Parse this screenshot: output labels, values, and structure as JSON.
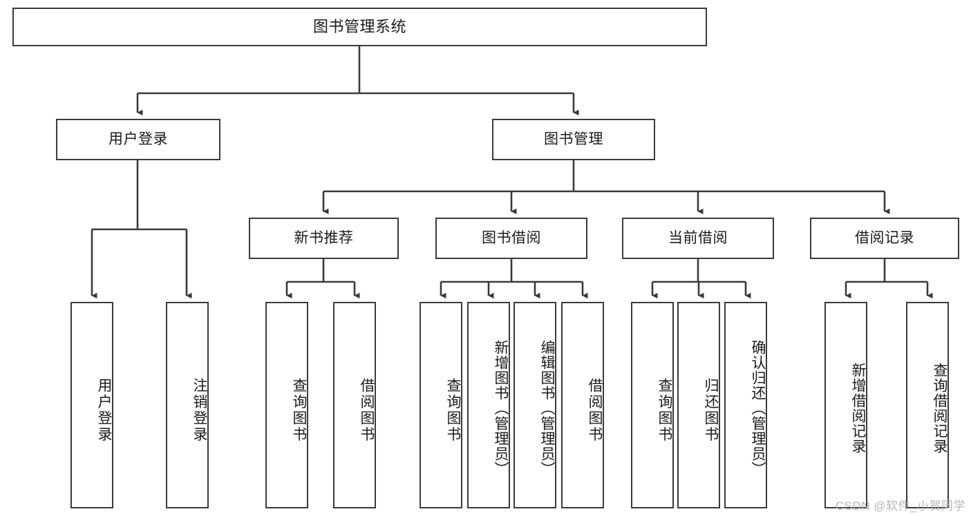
{
  "diagram": {
    "type": "tree-hierarchy-chart",
    "title": "图书管理系统",
    "stroke_color": "#3a3a3a",
    "background_color": "#ffffff",
    "text_color": "#1a1a1a",
    "root": {
      "label": "图书管理系统"
    },
    "level2": [
      {
        "label": "用户登录"
      },
      {
        "label": "图书管理"
      }
    ],
    "level3": [
      {
        "label": "新书推荐"
      },
      {
        "label": "图书借阅"
      },
      {
        "label": "当前借阅"
      },
      {
        "label": "借阅记录"
      }
    ],
    "leaves": {
      "user_login": [
        {
          "label": "用户登录"
        },
        {
          "label": "注销登录"
        }
      ],
      "new_book_recommend": [
        {
          "label": "查询图书"
        },
        {
          "label": "借阅图书"
        }
      ],
      "book_borrow": [
        {
          "label": "查询图书"
        },
        {
          "label": "新增图书（管理员）"
        },
        {
          "label": "编辑图书（管理员）"
        },
        {
          "label": "借阅图书"
        }
      ],
      "current_borrow": [
        {
          "label": "查询图书"
        },
        {
          "label": "归还图书"
        },
        {
          "label": "确认归还（管理员）"
        }
      ],
      "borrow_record": [
        {
          "label": "新增借阅记录"
        },
        {
          "label": "查询借阅记录"
        }
      ]
    }
  },
  "watermark": {
    "text": "CSDN @软件_小贺同学",
    "color": "#b6b6b6"
  }
}
